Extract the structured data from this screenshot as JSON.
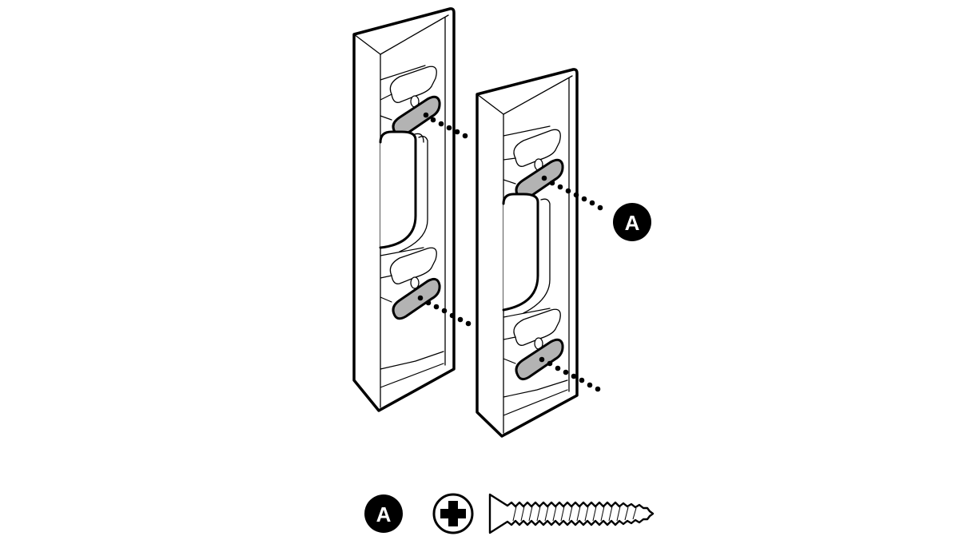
{
  "diagram": {
    "type": "installation-illustration",
    "background": "#ffffff",
    "colors": {
      "stroke": "#000000",
      "screw_slot_fill": "#b3b3b3",
      "callout_fill": "#000000",
      "callout_text": "#ffffff"
    },
    "parts": [
      {
        "id": "bracket-left",
        "description": "wedge mounting bracket (rear)",
        "screw_slots": 2
      },
      {
        "id": "bracket-right",
        "description": "wedge mounting bracket (front)",
        "screw_slots": 2
      }
    ],
    "callouts": [
      {
        "label": "A",
        "points_to": "screw holes"
      }
    ],
    "legend": {
      "badge_label": "A",
      "driver_icon": "phillips-cross-icon",
      "part_icon": "countersunk-screw-icon"
    }
  }
}
